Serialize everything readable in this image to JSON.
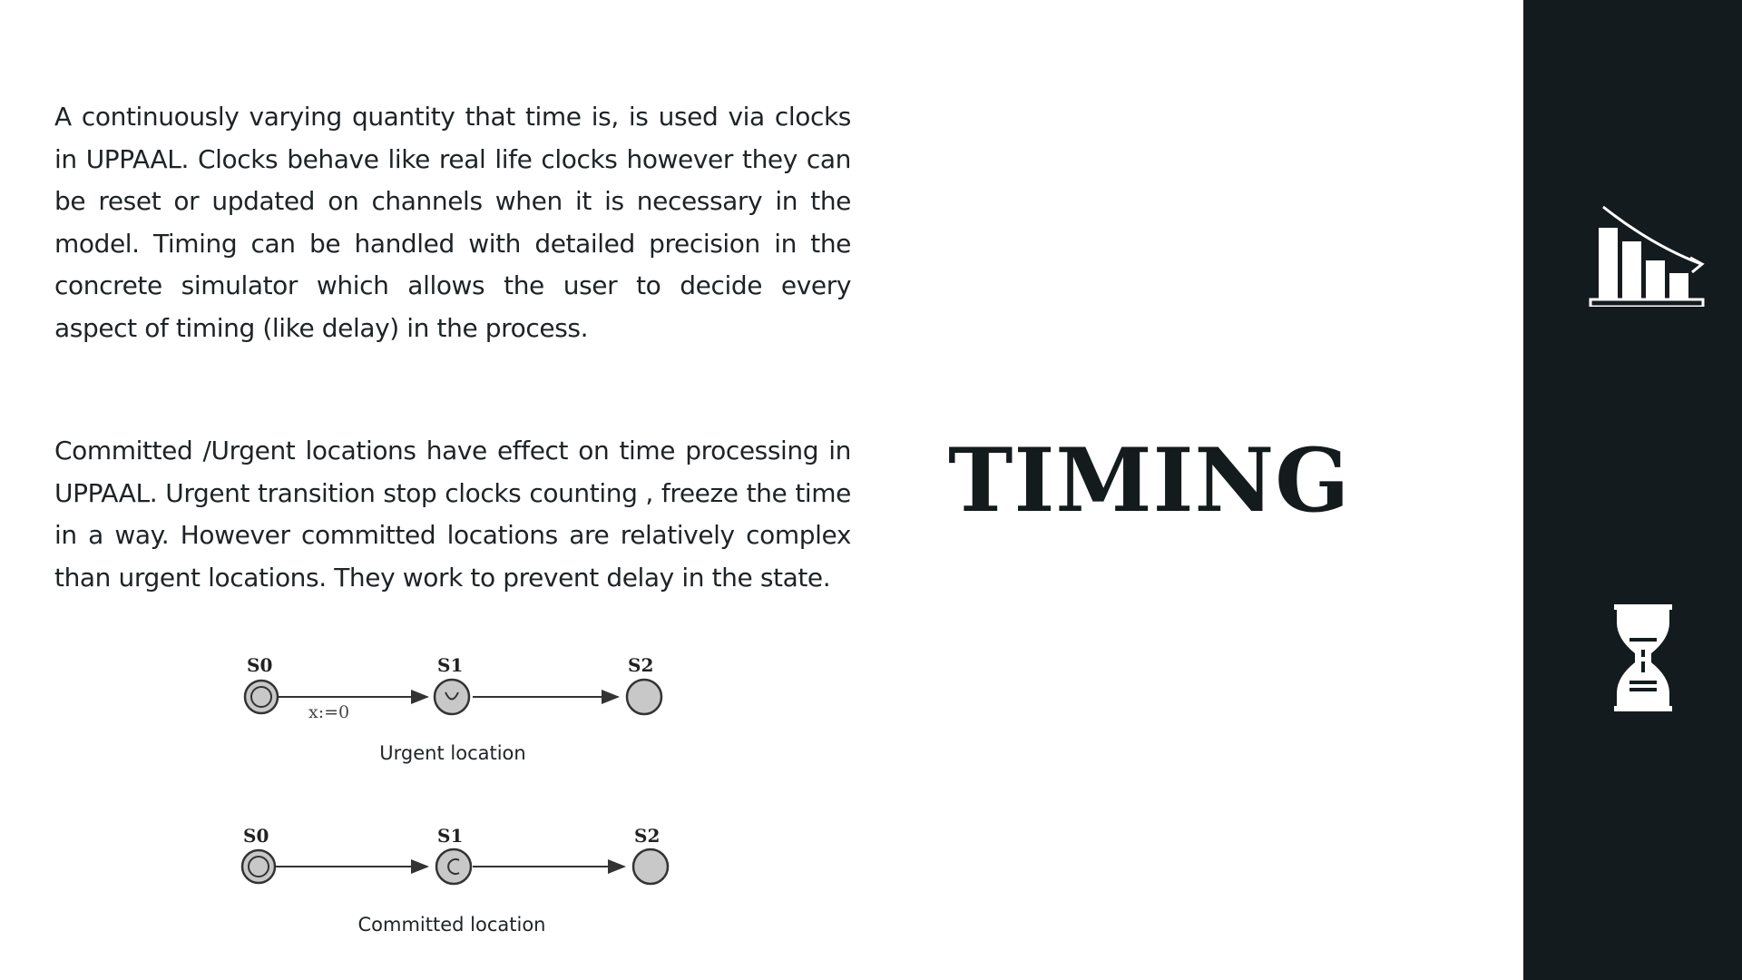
{
  "slide": {
    "title": "TIMING",
    "paragraph_1": "A continuously varying quantity that time is, is used via clocks in UPPAAL. Clocks behave like real life clocks however they can be reset or updated on channels when it is necessary in the model. Timing can be handled with detailed precision in the concrete simulator which allows the user to decide every aspect of timing (like delay) in the process.",
    "paragraph_2": "Committed /Urgent locations have effect on time processing in UPPAAL. Urgent transition stop clocks counting , freeze the time in a way. However committed locations are relatively complex than urgent locations. They work to prevent delay in the state."
  },
  "diagrams": [
    {
      "caption": "Urgent location",
      "nodes": [
        "S0",
        "S1",
        "S2"
      ],
      "middle_mark": "U",
      "edge_label": "x:=0"
    },
    {
      "caption": "Committed location",
      "nodes": [
        "S0",
        "S1",
        "S2"
      ],
      "middle_mark": "C",
      "edge_label": ""
    }
  ],
  "sidebar": {
    "background": "#141b1e",
    "icons": [
      "bar-chart-decline-icon",
      "hourglass-icon"
    ]
  }
}
